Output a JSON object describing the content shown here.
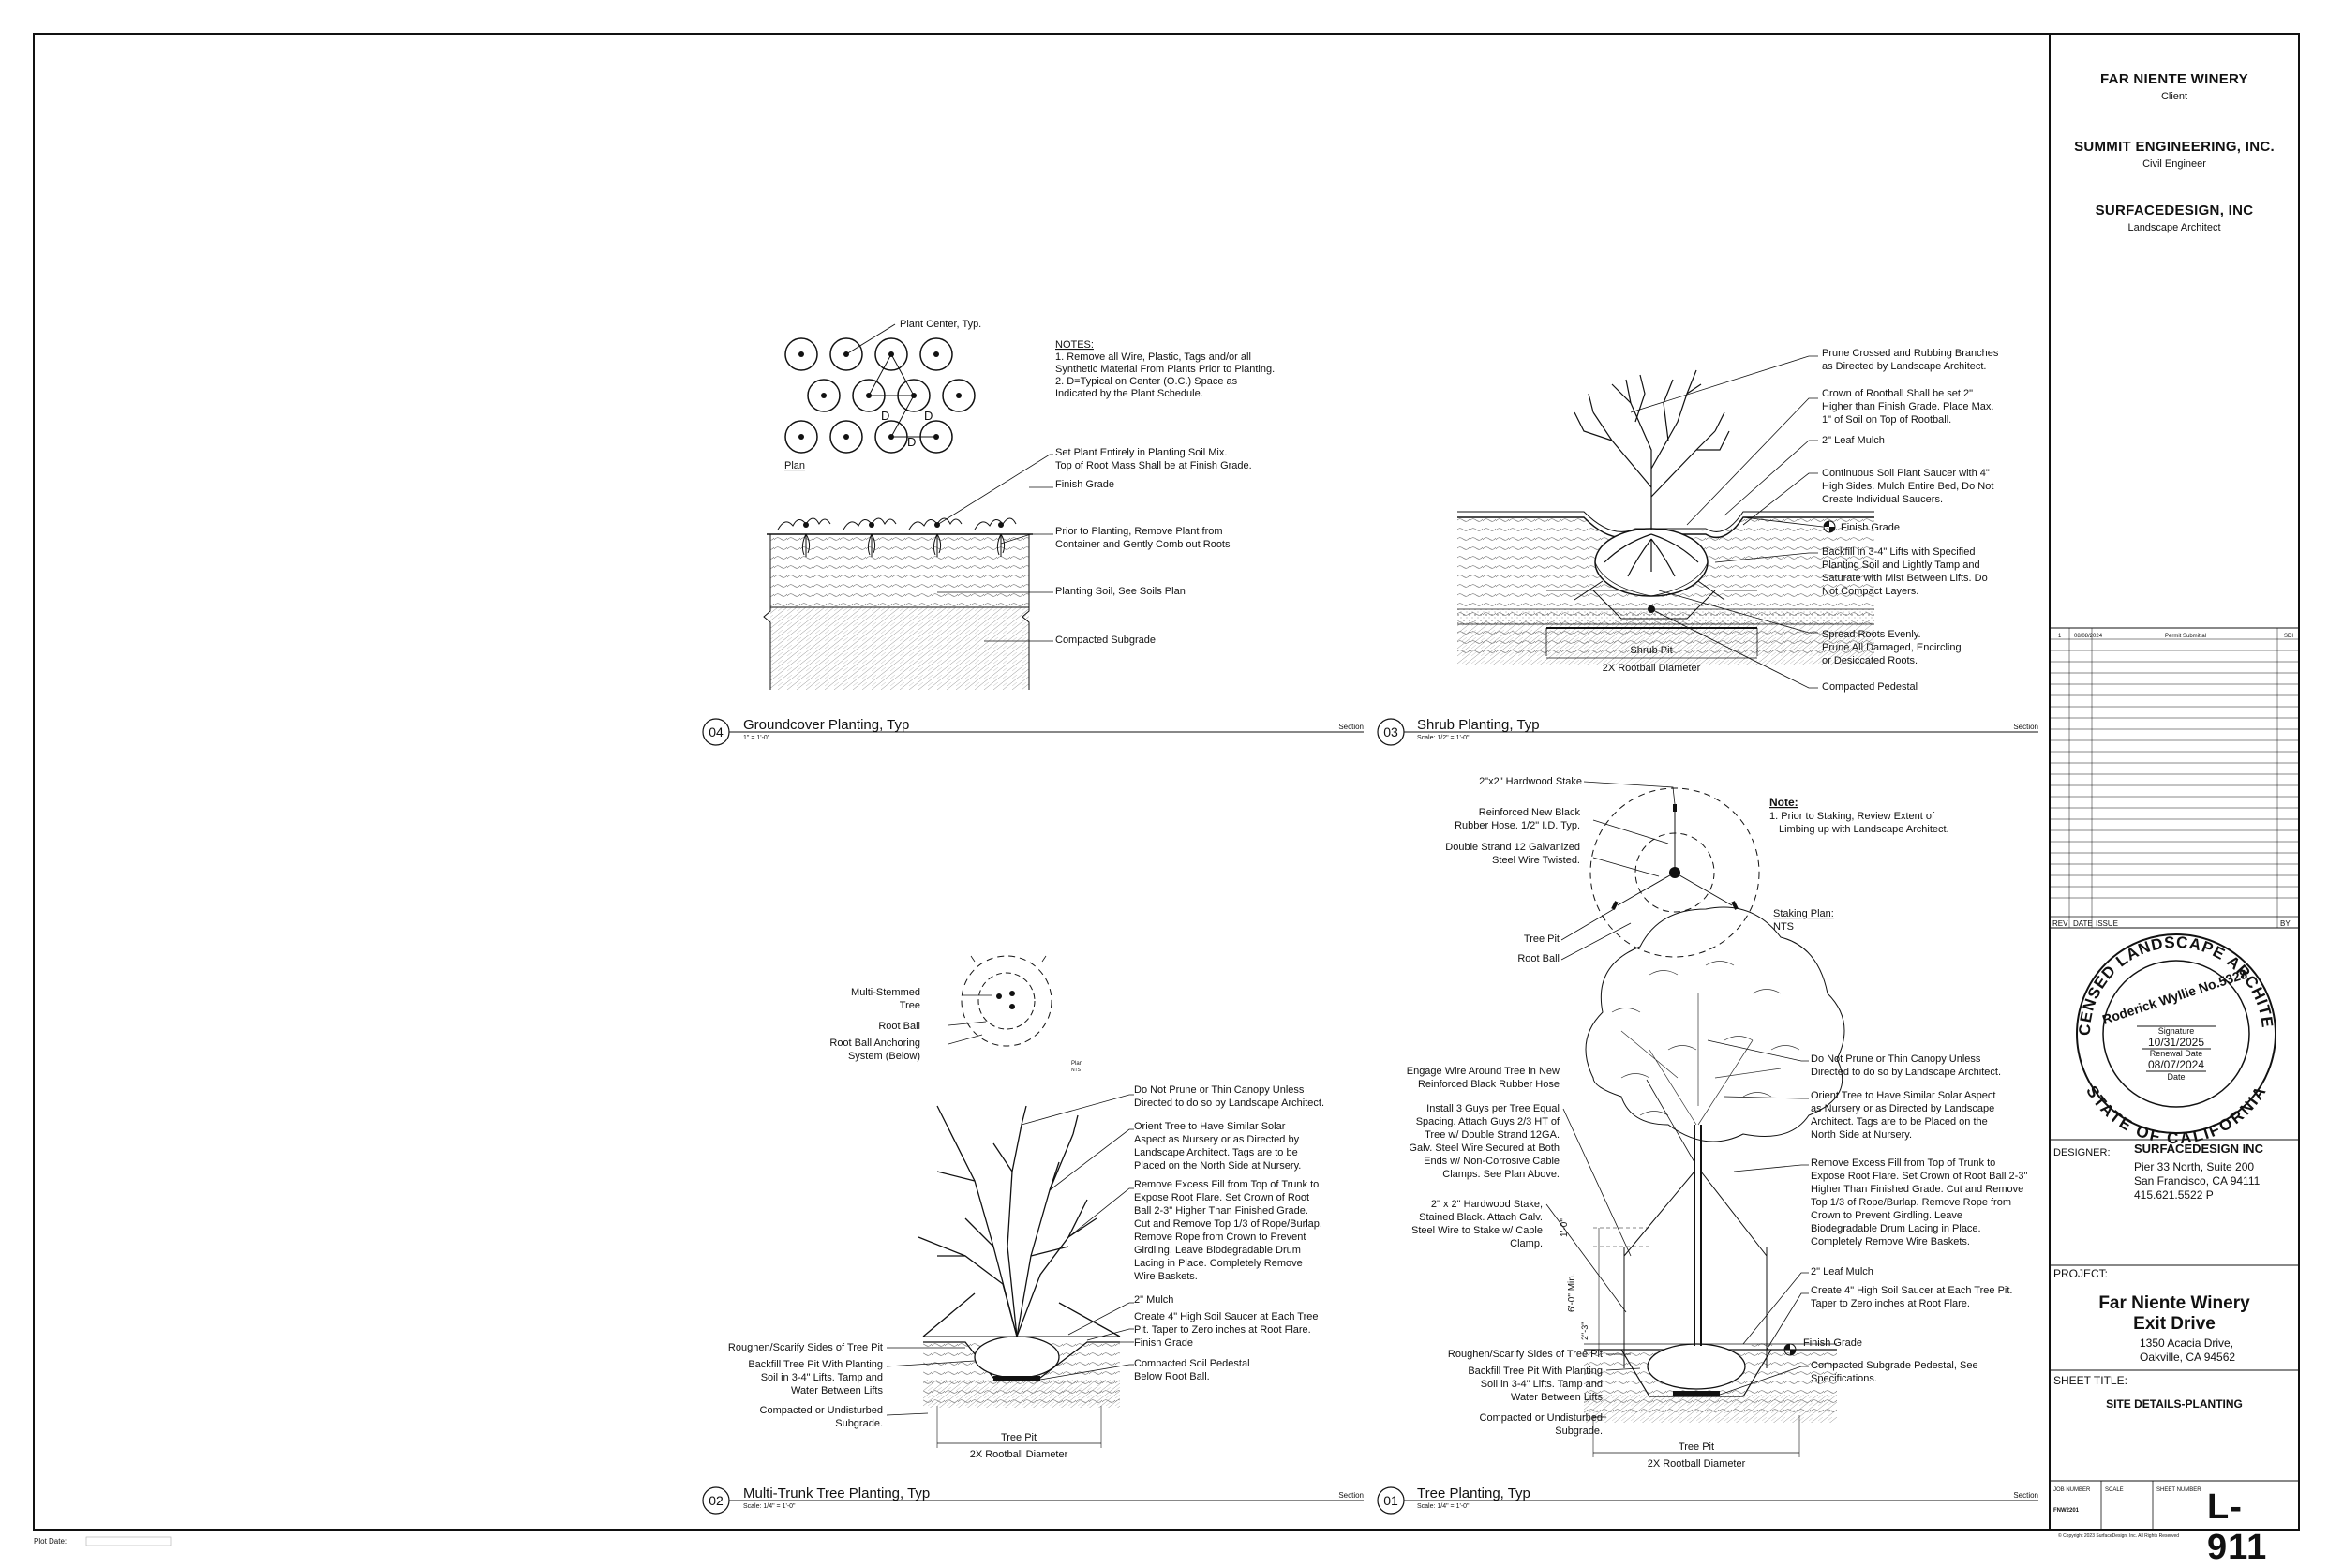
{
  "title_block": {
    "client_name": "FAR NIENTE WINERY",
    "client_role": "Client",
    "engineer_name": "SUMMIT ENGINEERING, INC.",
    "engineer_role": "Civil Engineer",
    "architect_name": "SURFACEDESIGN, INC",
    "architect_role": "Landscape Architect",
    "revision_row": {
      "num": "1",
      "date": "08/08/2024",
      "issue": "Permit Submittal",
      "by": "SDI"
    },
    "rev_header": {
      "rev": "REV",
      "date": "DATE",
      "issue": "ISSUE",
      "by": "BY"
    },
    "designer_label": "DESIGNER:",
    "designer_name": "SURFACEDESIGN INC",
    "designer_addr1": "Pier 33 North, Suite 200",
    "designer_addr2": "San Francisco, CA 94111",
    "designer_phone": "415.621.5522 P",
    "project_label": "PROJECT:",
    "project_name1": "Far Niente Winery",
    "project_name2": "Exit Drive",
    "project_addr1": "1350 Acacia Drive,",
    "project_addr2": "Oakville, CA 94562",
    "sheet_title_label": "SHEET TITLE:",
    "sheet_title": "SITE DETAILS-PLANTING",
    "job_label": "JOB NUMBER",
    "job_number": "FNW2201",
    "scale_label": "SCALE",
    "sheetno_label": "SHEET NUMBER",
    "sheet_number": "L-911",
    "copyright": "© Copyright 2023 SurfaceDesign, Inc. All Rights Reserved",
    "plot_date_label": "Plot Date:"
  },
  "stamp": {
    "top_arc": "LICENSED LANDSCAPE ARCHITECT",
    "name": "Roderick Wyllie No.5328",
    "signature_label": "Signature",
    "signature_date": "10/31/2025",
    "renewal_label": "Renewal Date",
    "renewal_date": "08/07/2024",
    "date_label": "Date",
    "bottom_arc": "STATE OF CALIFORNIA"
  },
  "detail04": {
    "num": "04",
    "title": "Groundcover Planting, Typ",
    "scale": "1\" = 1'-0\"",
    "kind": "Section",
    "plant_center": "Plant Center, Typ.",
    "plan_label": "Plan",
    "d_label": "D",
    "notes_title": "NOTES:",
    "notes": [
      "1. Remove all Wire, Plastic, Tags and/or all",
      "Synthetic Material From Plants Prior to Planting.",
      "2. D=Typical on Center (O.C.) Space as",
      "Indicated by the Plant Schedule."
    ],
    "callout_set": [
      "Set Plant Entirely in Planting Soil Mix.",
      "Top of Root Mass Shall be at Finish Grade."
    ],
    "callout_finish": "Finish Grade",
    "callout_prior": [
      "Prior to Planting, Remove Plant from",
      "Container and Gently Comb out Roots"
    ],
    "callout_soil": "Planting Soil, See Soils Plan",
    "callout_subgrade": "Compacted Subgrade"
  },
  "detail03": {
    "num": "03",
    "title": "Shrub Planting, Typ",
    "scale": "Scale: 1/2\" = 1'-0\"",
    "kind": "Section",
    "prune": [
      "Prune Crossed and Rubbing Branches",
      "as Directed by Landscape Architect."
    ],
    "crown": [
      "Crown of Rootball Shall be set 2\"",
      "Higher than Finish Grade. Place Max.",
      "1\" of Soil on Top of Rootball."
    ],
    "mulch": "2\" Leaf Mulch",
    "saucer": [
      "Continuous Soil Plant Saucer with 4\"",
      "High Sides. Mulch Entire Bed, Do Not",
      "Create Individual Saucers."
    ],
    "finish": "Finish Grade",
    "backfill": [
      "Backfill in 3-4\" Lifts with Specified",
      "Planting Soil and Lightly Tamp and",
      "Saturate with Mist Between Lifts.  Do",
      "Not Compact Layers."
    ],
    "spread": [
      "Spread Roots Evenly.",
      "Prune All Damaged, Encircling",
      "or Desiccated Roots."
    ],
    "pedestal": "Compacted Pedestal",
    "pit": "Shrub Pit",
    "pit_dim": "2X Rootball Diameter"
  },
  "staking": {
    "stake": "2\"x2\" Hardwood Stake",
    "hose": [
      "Reinforced New Black",
      "Rubber Hose. 1/2\" I.D. Typ."
    ],
    "wire": [
      "Double Strand 12 Galvanized",
      "Steel Wire Twisted."
    ],
    "tree_pit": "Tree Pit",
    "root_ball": "Root Ball",
    "note_title": "Note:",
    "note": [
      "1. Prior to Staking, Review Extent of",
      "Limbing up with Landscape Architect."
    ],
    "plan_label": "Staking Plan:",
    "plan_scale": "NTS"
  },
  "detail02": {
    "num": "02",
    "title": "Multi-Trunk Tree Planting, Typ",
    "scale": "Scale: 1/4\" = 1'-0\"",
    "kind": "Section",
    "plan_tree": [
      "Multi-Stemmed",
      "Tree"
    ],
    "plan_rootball": "Root Ball",
    "plan_anchor": [
      "Root Ball Anchoring",
      "System (Below)"
    ],
    "plan_small": "Plan",
    "plan_small2": "NTS",
    "noprune": [
      "Do Not Prune or Thin Canopy Unless",
      "Directed to do so by Landscape Architect."
    ],
    "orient": [
      "Orient Tree to Have Similar Solar",
      "Aspect as Nursery or as Directed by",
      "Landscape Architect. Tags are to be",
      "Placed on the North Side at Nursery."
    ],
    "remove": [
      "Remove Excess Fill from Top of Trunk to",
      "Expose Root Flare. Set Crown of Root",
      "Ball 2-3\" Higher Than Finished Grade.",
      "Cut and Remove Top 1/3 of Rope/Burlap.",
      "Remove Rope from Crown to Prevent",
      "Girdling. Leave Biodegradable Drum",
      "Lacing in Place. Completely Remove",
      "Wire Baskets."
    ],
    "mulch": "2\" Mulch",
    "saucer": [
      "Create 4\" High Soil Saucer at Each Tree",
      "Pit. Taper to Zero inches at Root Flare."
    ],
    "finish": "Finish Grade",
    "pedestal": [
      "Compacted Soil Pedestal",
      "Below Root Ball."
    ],
    "roughen": "Roughen/Scarify Sides of Tree Pit",
    "backfill": [
      "Backfill Tree Pit With Planting",
      "Soil in 3-4\" Lifts. Tamp and",
      "Water Between Lifts"
    ],
    "compacted": [
      "Compacted or Undisturbed",
      "Subgrade."
    ],
    "pit": "Tree Pit",
    "pit_dim": "2X Rootball Diameter"
  },
  "detail01": {
    "num": "01",
    "title": "Tree Planting, Typ",
    "scale": "Scale: 1/4\" = 1'-0\"",
    "kind": "Section",
    "engage": [
      "Engage Wire Around Tree in New",
      "Reinforced Black Rubber Hose"
    ],
    "guys": [
      "Install 3 Guys per Tree Equal",
      "Spacing. Attach Guys 2/3 HT of",
      "Tree w/ Double Strand 12GA.",
      "Galv. Steel Wire Secured at Both",
      "Ends w/ Non-Corrosive Cable",
      "Clamps. See Plan Above."
    ],
    "stake": [
      "2\" x 2\" Hardwood Stake,",
      "Stained Black. Attach Galv.",
      "Steel Wire to Stake w/ Cable",
      "Clamp."
    ],
    "dim_1": "1'-0\"",
    "dim_6": "6'-0\" Min.",
    "dim_23": "2\"-3\"",
    "noprune": [
      "Do Not Prune or Thin Canopy Unless",
      "Directed to do so by Landscape Architect."
    ],
    "orient": [
      "Orient Tree to Have Similar Solar Aspect",
      "as Nursery or as Directed by Landscape",
      "Architect. Tags are to be Placed on the",
      "North Side at Nursery."
    ],
    "remove": [
      "Remove Excess Fill from Top of Trunk to",
      "Expose Root Flare. Set Crown of Root Ball 2-3\"",
      "Higher Than Finished Grade. Cut and Remove",
      "Top 1/3 of Rope/Burlap. Remove Rope from",
      "Crown to Prevent Girdling. Leave",
      "Biodegradable Drum Lacing in Place.",
      "Completely Remove Wire Baskets."
    ],
    "mulch": "2\" Leaf Mulch",
    "saucer": [
      "Create 4\" High Soil Saucer at Each Tree Pit.",
      "Taper to Zero inches at Root Flare."
    ],
    "finish": "Finish Grade",
    "pedestal": [
      "Compacted Subgrade Pedestal, See",
      "Specifications."
    ],
    "roughen": "Roughen/Scarify Sides of Tree Pit",
    "backfill": [
      "Backfill Tree Pit With Planting",
      "Soil in 3-4\" Lifts. Tamp and",
      "Water Between Lifts"
    ],
    "compacted": [
      "Compacted or Undisturbed",
      "Subgrade."
    ],
    "pit": "Tree Pit",
    "pit_dim": "2X Rootball Diameter"
  }
}
